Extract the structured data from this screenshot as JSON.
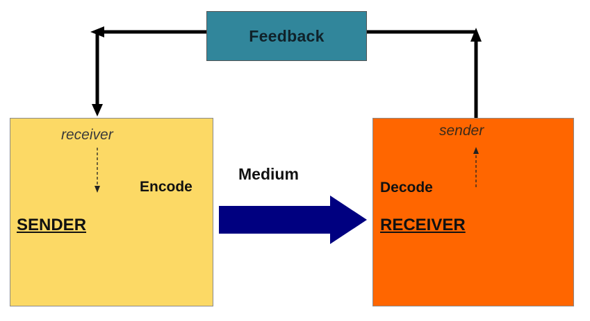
{
  "sender": {
    "title": "SENDER",
    "action": "Encode",
    "role_note": "receiver",
    "color": "#fcd965"
  },
  "receiver": {
    "title": "RECEIVER",
    "action": "Decode",
    "role_note": "sender",
    "color": "#ff6600"
  },
  "medium": {
    "label": "Medium",
    "arrow_color": "#000080"
  },
  "feedback": {
    "label": "Feedback",
    "color": "#31869b"
  }
}
